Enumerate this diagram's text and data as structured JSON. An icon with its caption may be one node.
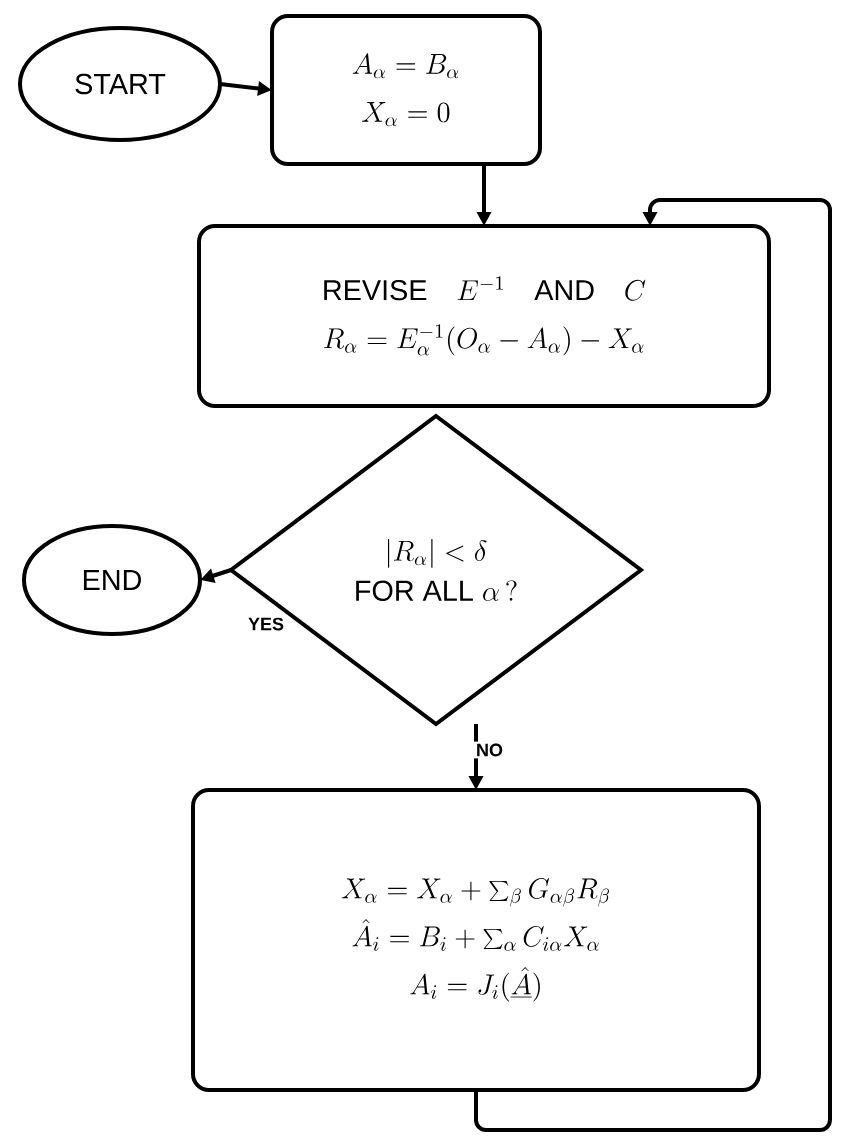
{
  "diagram": {
    "nodes": [
      {
        "text": [
          "START"
        ]
      },
      {
        "text": [
          "A_\\alpha = B_\\alpha",
          "X_\\alpha = 0"
        ]
      },
      {
        "text": [
          "\\mathrm{REVISE}\\quad E^{-1}\\quad \\mathrm{AND}\\quad C",
          "R_\\alpha = E^{-1}_\\alpha (O_\\alpha - A_\\alpha) - X_\\alpha"
        ]
      },
      {
        "text": [
          "|R_\\alpha| < \\delta",
          "\\mathrm{FOR\\ ALL}\\ \\alpha\\,?"
        ]
      },
      {
        "text": [
          "END"
        ]
      },
      {
        "text": [
          "X_\\alpha = X_\\alpha + \\sum_\\beta G_{\\alpha\\beta} R_\\beta",
          "\\hat{A}_i = B_i + \\sum_\\alpha C_{i\\alpha} X_\\alpha",
          "A_i = J_i(\\underline{\\hat{A}})"
        ]
      }
    ],
    "edges": [
      {
        "from": 0,
        "to": 1,
        "arrow": "to"
      },
      {
        "from": 1,
        "to": 2,
        "arrow": "to"
      },
      {
        "from": 3,
        "to": 4,
        "arrow": "to",
        "label": "YES"
      },
      {
        "from": 3,
        "to": 5,
        "arrow": "to",
        "label": "NO"
      },
      {
        "from": 5,
        "to": 2,
        "arrow": "to"
      }
    ]
  }
}
